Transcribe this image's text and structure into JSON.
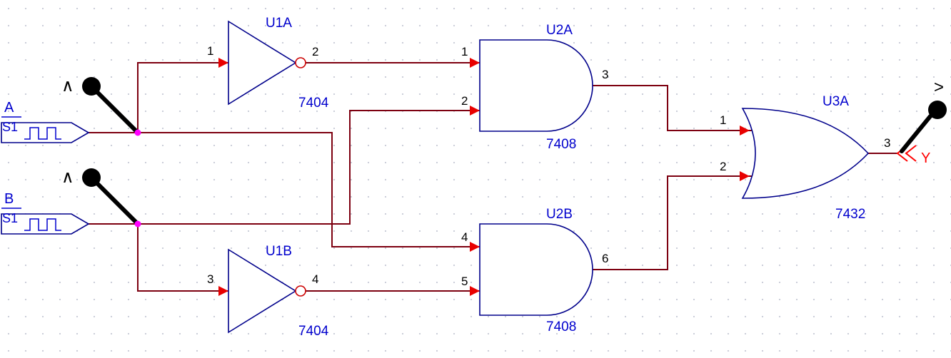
{
  "colors": {
    "wire": "#7d0010",
    "component_outline": "#00008b",
    "component_label": "#0000cd",
    "pin_number": "#000000",
    "input_arrow": "#e80000",
    "not_bubble": "#cc0000",
    "junction_dot": "#ff00ff",
    "output_label": "#ff0000",
    "probe": "#000000",
    "background": "#ffffff",
    "grid_dot": "#c9ccd8"
  },
  "sources": [
    {
      "net": "A",
      "ref": "S1",
      "indicator": "∧"
    },
    {
      "net": "B",
      "ref": "S1",
      "indicator": "∧"
    }
  ],
  "output": {
    "net": "Y",
    "indicator": ">"
  },
  "gates": [
    {
      "ref": "U1A",
      "part": "7404",
      "type": "NOT",
      "pin_in": "1",
      "pin_out": "2"
    },
    {
      "ref": "U1B",
      "part": "7404",
      "type": "NOT",
      "pin_in": "3",
      "pin_out": "4"
    },
    {
      "ref": "U2A",
      "part": "7408",
      "type": "AND",
      "pin_in1": "1",
      "pin_in2": "2",
      "pin_out": "3"
    },
    {
      "ref": "U2B",
      "part": "7408",
      "type": "AND",
      "pin_in1": "4",
      "pin_in2": "5",
      "pin_out": "6"
    },
    {
      "ref": "U3A",
      "part": "7432",
      "type": "OR",
      "pin_in1": "1",
      "pin_in2": "2",
      "pin_out": "3"
    }
  ]
}
